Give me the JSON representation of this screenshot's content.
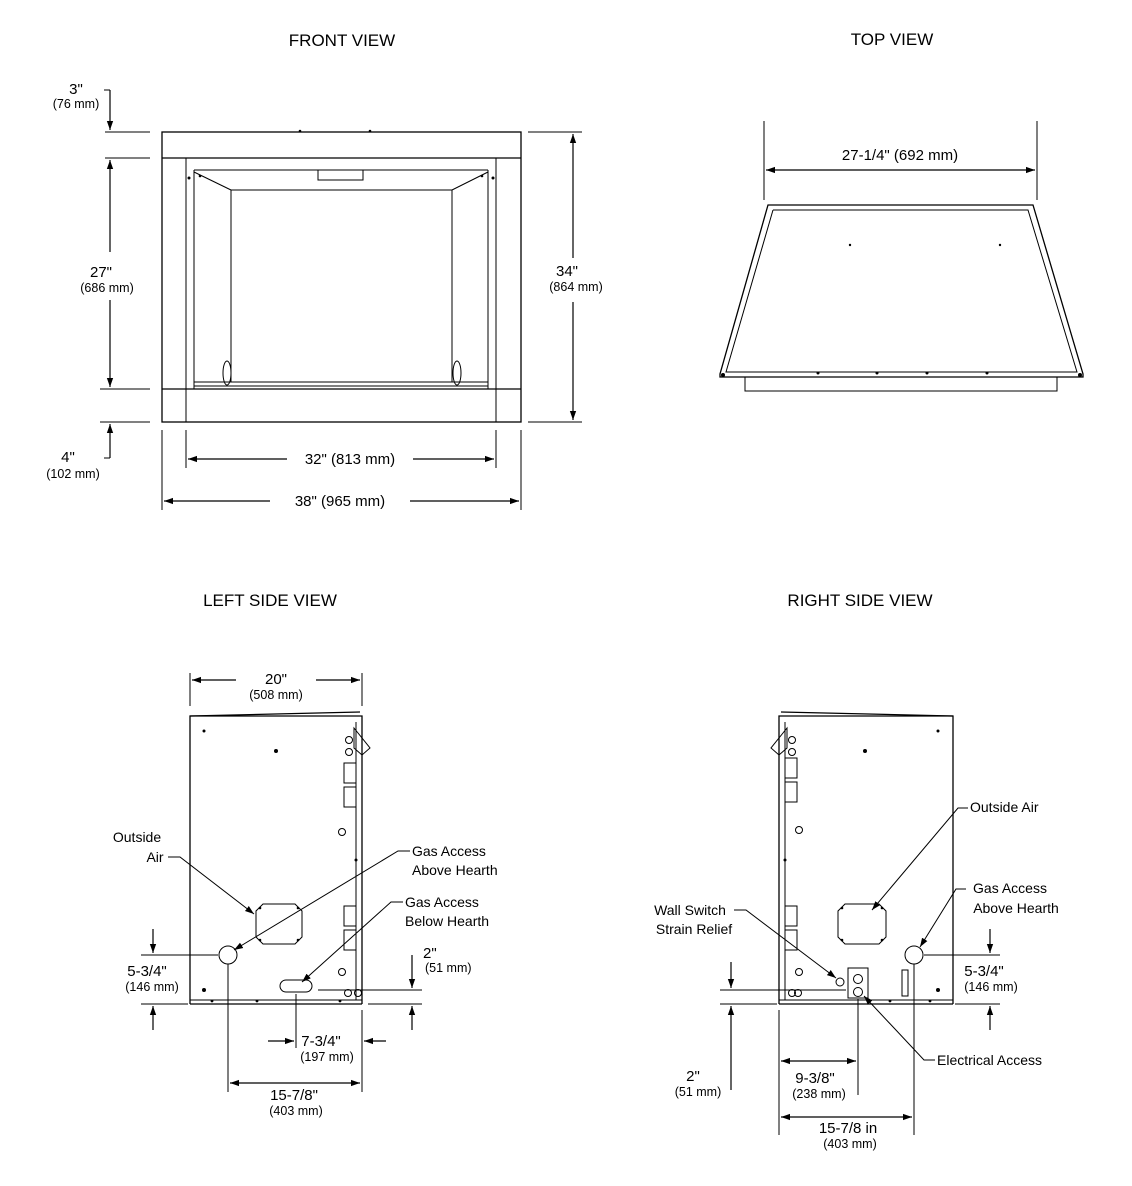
{
  "views": {
    "front": "FRONT VIEW",
    "top": "TOP VIEW",
    "left": "LEFT SIDE VIEW",
    "right": "RIGHT SIDE VIEW"
  },
  "front": {
    "top_offset": "3\"",
    "top_offset_mm": "(76 mm)",
    "opening_height": "27\"",
    "opening_height_mm": "(686 mm)",
    "overall_height": "34\"",
    "overall_height_mm": "(864 mm)",
    "bottom_offset": "4\"",
    "bottom_offset_mm": "(102 mm)",
    "opening_width": "32\" (813 mm)",
    "overall_width": "38\" (965 mm)"
  },
  "top": {
    "width": "27-1/4\" (692 mm)"
  },
  "left": {
    "depth": "20\"",
    "depth_mm": "(508 mm)",
    "outside_air_1": "Outside",
    "outside_air_2": "Air",
    "gas_above_1": "Gas Access",
    "gas_above_2": "Above Hearth",
    "gas_below_1": "Gas Access",
    "gas_below_2": "Below Hearth",
    "air_height": "5-3/4\"",
    "air_height_mm": "(146 mm)",
    "gas_height": "2\"",
    "gas_height_mm": "(51 mm)",
    "gas_setback": "7-3/4\"",
    "gas_setback_mm": "(197 mm)",
    "air_setback": "15-7/8\"",
    "air_setback_mm": "(403 mm)"
  },
  "right": {
    "outside_air": "Outside Air",
    "gas_above_1": "Gas Access",
    "gas_above_2": "Above Hearth",
    "wall_switch_1": "Wall Switch",
    "wall_switch_2": "Strain Relief",
    "electrical": "Electrical Access",
    "air_height": "5-3/4\"",
    "air_height_mm": "(146 mm)",
    "elec_height": "2\"",
    "elec_height_mm": "(51 mm)",
    "elec_setback": "9-3/8\"",
    "elec_setback_mm": "(238 mm)",
    "air_setback": "15-7/8 in",
    "air_setback_mm": "(403 mm)"
  }
}
